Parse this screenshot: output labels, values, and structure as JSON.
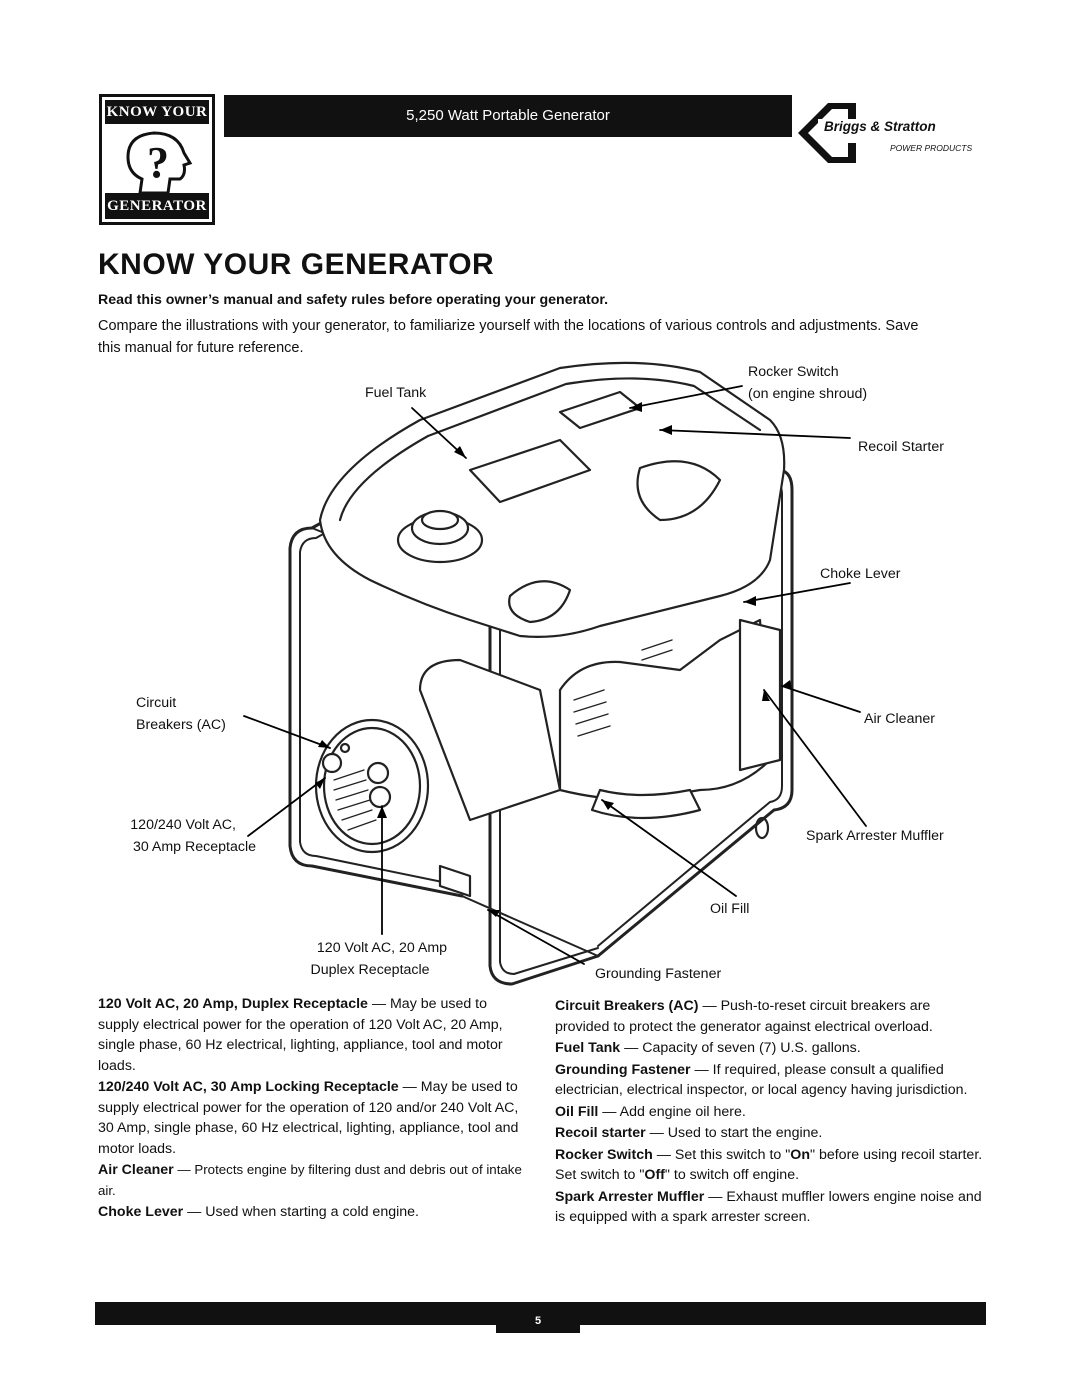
{
  "logo": {
    "top_text": "KNOW YOUR",
    "bottom_text": "GENERATOR",
    "symbol": "question-head"
  },
  "header": {
    "title": "5,250 Watt Portable Generator"
  },
  "brand": {
    "name": "Briggs & Stratton",
    "tagline": "POWER PRODUCTS"
  },
  "page_title": "KNOW YOUR GENERATOR",
  "intro": {
    "bold": "Read this owner’s manual and safety rules before operating your generator.",
    "text": "Compare the illustrations with your generator, to familiarize yourself with the locations of various controls and adjustments. Save this manual for future reference."
  },
  "labels": {
    "fuel_tank": "Fuel Tank",
    "rocker_switch_1": "Rocker Switch",
    "rocker_switch_2": "(on engine shroud)",
    "recoil_starter": "Recoil Starter",
    "choke_lever": "Choke Lever",
    "circuit_breakers_1": "Circuit",
    "circuit_breakers_2": "Breakers (AC)",
    "air_cleaner": "Air Cleaner",
    "receptacle_30a_1": "120/240 Volt AC,",
    "receptacle_30a_2": "30 Amp Receptacle",
    "spark_arrester": "Spark Arrester Muffler",
    "oil_fill": "Oil Fill",
    "duplex_1": "120 Volt AC, 20 Amp",
    "duplex_2": "Duplex Receptacle",
    "grounding_fastener": "Grounding Fastener"
  },
  "left_column": [
    {
      "term": "120 Volt AC, 20 Amp, Duplex Receptacle",
      "text": " — May be used to supply electrical power for the operation of 120 Volt AC, 20 Amp, single phase, 60 Hz electrical, lighting, appliance, tool and motor loads."
    },
    {
      "term": "120/240 Volt AC, 30 Amp Locking Receptacle",
      "text": " — May be used to supply electrical power for the operation of 120 and/or 240 Volt AC, 30 Amp, single phase, 60 Hz electrical, lighting, appliance, tool and motor loads."
    },
    {
      "term": "Air Cleaner",
      "text": " — Protects engine by filtering dust and debris out of intake air."
    },
    {
      "term": "Choke Lever",
      "text": " — Used when starting a cold engine."
    }
  ],
  "right_column": [
    {
      "term": "Circuit Breakers (AC)",
      "text": " — Push-to-reset circuit breakers are provided to protect the generator against electrical overload."
    },
    {
      "term": "Fuel Tank",
      "text": " — Capacity of seven (7) U.S. gallons."
    },
    {
      "term": "Grounding Fastener",
      "text": " — If required, please consult a qualified electrician, electrical inspector, or local agency having jurisdiction."
    },
    {
      "term": "Oil Fill",
      "text": " — Add engine oil here."
    },
    {
      "term": "Recoil starter",
      "text": " — Used to start the engine."
    },
    {
      "term": "Rocker Switch",
      "text_1": " — Set this switch to \"",
      "on": "On",
      "text_2": "\" before using recoil starter. Set switch to \"",
      "off": "Off",
      "text_3": "\" to switch off engine."
    },
    {
      "term": "Spark Arrester Muffler",
      "text": " — Exhaust muffler lowers engine noise and is equipped with a spark arrester screen."
    }
  ],
  "footer": {
    "page_number": "5"
  }
}
